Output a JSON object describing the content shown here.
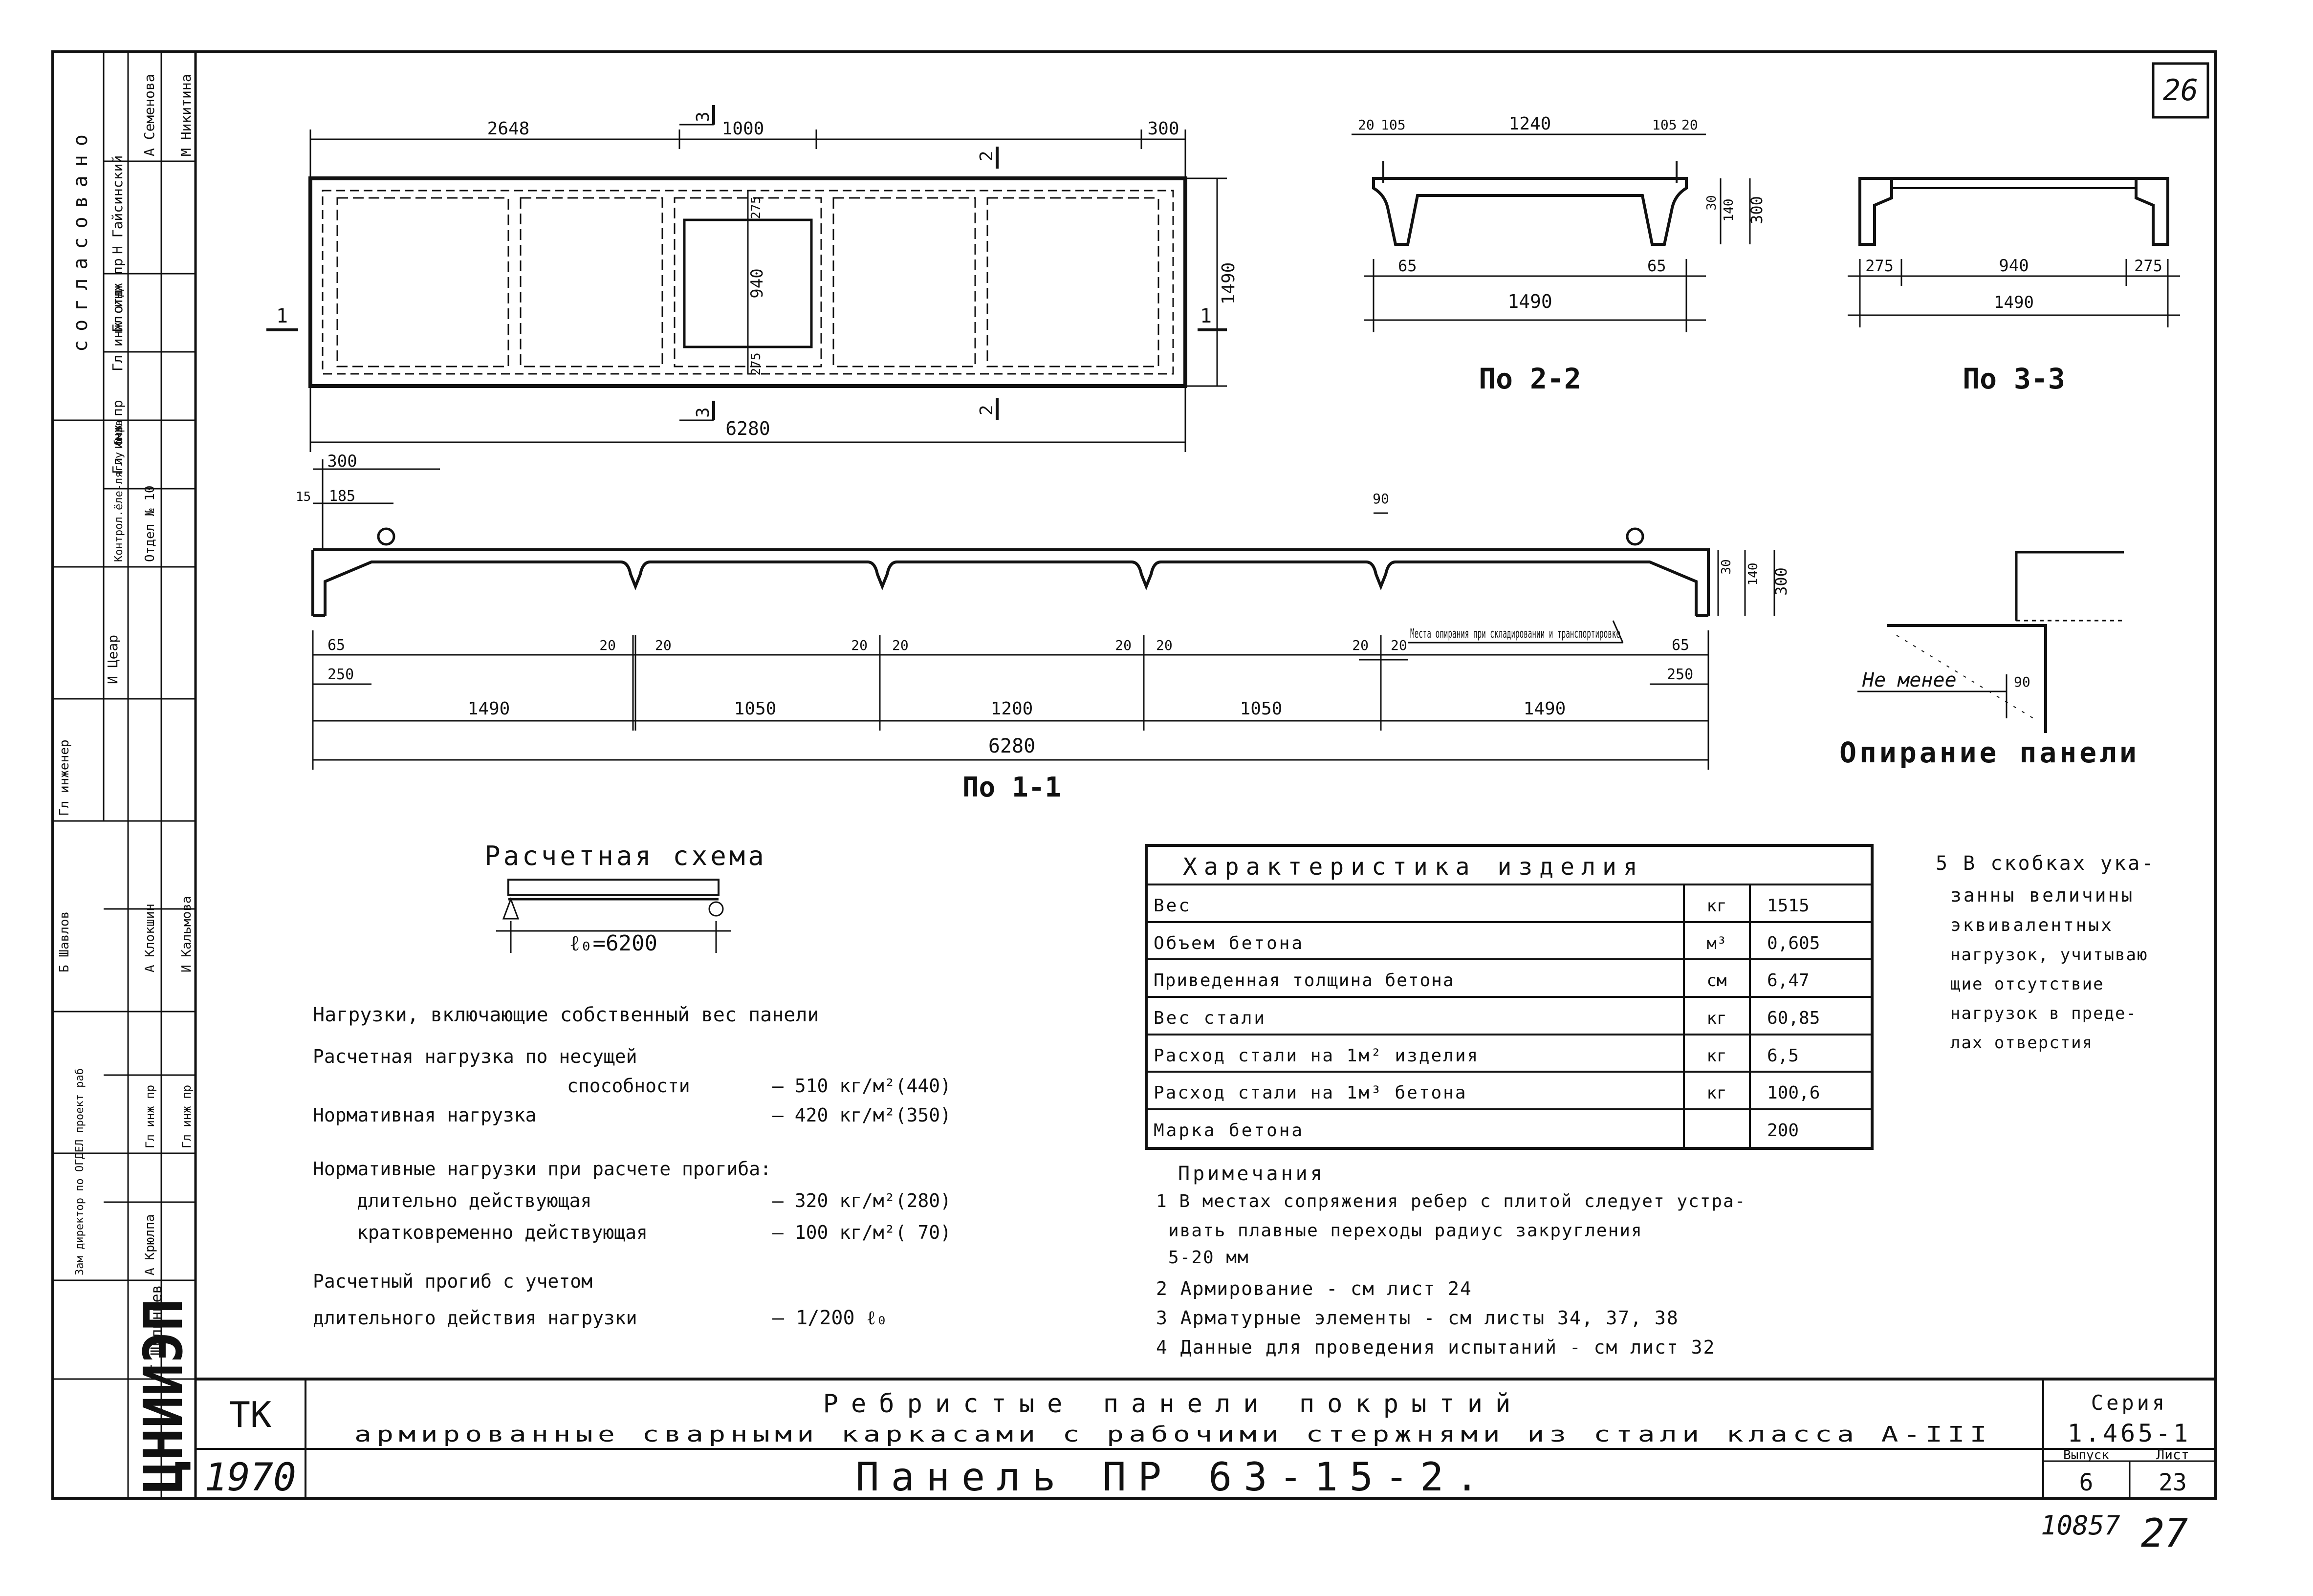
{
  "sheet_number": "26",
  "footer": {
    "inventory": "10857",
    "page": "27"
  },
  "left_strip": {
    "header": "согласовано",
    "rows": [
      {
        "role": "Гл инж пр",
        "name": "Н Гайсинский"
      },
      {
        "role": "Гл инж отд",
        "name": "А Семенова"
      },
      {
        "role": "Гл инж пр",
        "name": "М Никитина"
      }
    ],
    "col_labels": [
      "Контрол.ёле-лягиу бмрв",
      "Отдел № 10"
    ],
    "role_labels": [
      "Гл инженер",
      "Гл инж пр",
      "Гл инж пр",
      "Зам директор по ОГДЕЛ проект раб"
    ],
    "names": [
      "И Цеар",
      "А Клокшин",
      "И Кальмова",
      "Б Шавлов",
      "А Крюлпа",
      "Г Шилинцев"
    ],
    "org": "ЦНИИЭП"
  },
  "plan": {
    "dims_top": [
      "2648",
      "1000",
      "300"
    ],
    "dims_inner": [
      "275",
      "940",
      "275"
    ],
    "dim_side": "1490",
    "dim_total": "6280",
    "section_marks": [
      "1",
      "2",
      "3"
    ]
  },
  "section_2": {
    "label": "По 2-2",
    "dims_top": [
      "20",
      "105",
      "1240",
      "105",
      "20"
    ],
    "dims_side": [
      "30",
      "140",
      "300"
    ],
    "dims_bottom": [
      "65",
      "65"
    ],
    "dim_total": "1490"
  },
  "section_3": {
    "label": "По 3-3",
    "dims": [
      "275",
      "940",
      "275"
    ],
    "dim_total": "1490"
  },
  "section_1": {
    "label": "По 1-1",
    "dims_top": [
      "300",
      "15",
      "185",
      "90"
    ],
    "dims_side": [
      "30",
      "140",
      "300"
    ],
    "rib_dims": [
      "65",
      "250",
      "20",
      "20",
      "20",
      "20",
      "20",
      "20",
      "20",
      "20",
      "65",
      "250"
    ],
    "spans": [
      "1490",
      "1050",
      "1200",
      "1050",
      "1490"
    ],
    "dim_total": "6280",
    "note": "Места опирания при складировании и транспортировке"
  },
  "support": {
    "title": "Опирание панели",
    "label": "Не менее",
    "dim": "90"
  },
  "calc_scheme": {
    "title": "Расчетная схема",
    "span": "ℓ₀=6200"
  },
  "loads": {
    "heading": "Нагрузки, включающие собственный вес панели",
    "rows": [
      {
        "label": "Расчетная нагрузка по несущей способности",
        "value": "– 510 кг/м²(440)"
      },
      {
        "label": "Нормативная нагрузка",
        "value": "– 420 кг/м²(350)"
      }
    ],
    "deflection_heading": "Нормативные нагрузки при расчете прогиба:",
    "deflection_rows": [
      {
        "label": "длительно действующая",
        "value": "– 320 кг/м²(280)"
      },
      {
        "label": "кратковременно действующая",
        "value": "– 100 кг/м²( 70)"
      }
    ],
    "deflection_label_1": "Расчетный прогиб с учетом",
    "deflection_label_2": "длительного действия нагрузки",
    "deflection_value": "– 1/200 ℓ₀"
  },
  "characteristics": {
    "title": "Характеристика изделия",
    "rows": [
      {
        "name": "Вес",
        "unit": "кг",
        "value": "1515"
      },
      {
        "name": "Объем бетона",
        "unit": "м³",
        "value": "0,605"
      },
      {
        "name": "Приведенная толщина бетона",
        "unit": "см",
        "value": "6,47"
      },
      {
        "name": "Вес стали",
        "unit": "кг",
        "value": "60,85"
      },
      {
        "name": "Расход стали на 1м² изделия",
        "unit": "кг",
        "value": "6,5"
      },
      {
        "name": "Расход стали на 1м³ бетона",
        "unit": "кг",
        "value": "100,6"
      },
      {
        "name": "Марка бетона",
        "unit": "",
        "value": "200"
      }
    ]
  },
  "side_note": {
    "lines": [
      "5 В скобках ука-",
      "занны величины",
      "эквивалентных",
      "нагрузок, учитываю",
      "щие отсутствие",
      "нагрузок в преде-",
      "лах отверстия"
    ]
  },
  "notes": {
    "heading": "Примечания",
    "lines": [
      "1 В местах сопряжения ребер с плитой следует устра-",
      "ивать плавные переходы радиус закругления",
      "5-20 мм",
      "2 Армирование - см лист 24",
      "3 Арматурные элементы - см листы 34, 37, 38",
      "4 Данные для проведения испытаний - см лист 32"
    ]
  },
  "title_block": {
    "tk": "ТК",
    "year": "1970",
    "title_1": "Ребристые панели покрытий",
    "title_2": "армированные сварными каркасами с рабочими стержнями из стали класса А-III",
    "panel": "Панель ПР 63-15-2.",
    "series_label": "Серия",
    "series_value": "1.465-1",
    "issue_label": "Выпуск",
    "issue_value": "6",
    "sheet_label": "Лист",
    "sheet_value": "23"
  }
}
